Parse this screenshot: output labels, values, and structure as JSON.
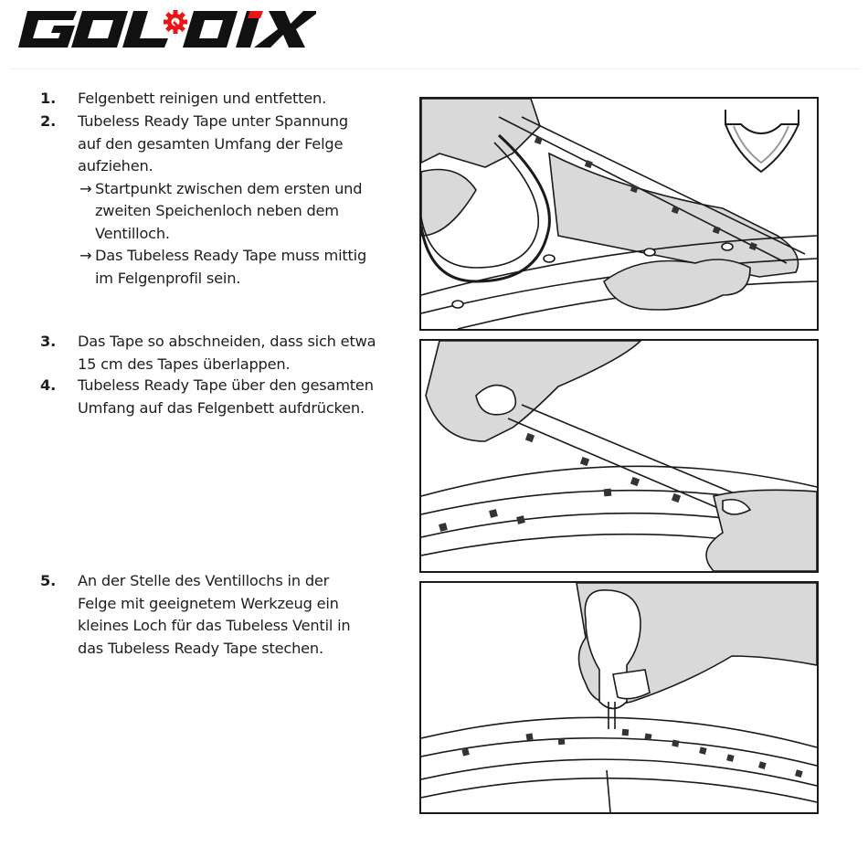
{
  "brand": {
    "name": "GOLDIX",
    "letters_left": "GOL",
    "letters_right": "DIX",
    "gear_icon": "gear-wrench-icon",
    "text_color": "#111111",
    "accent_color": "#e8151b"
  },
  "steps": [
    {
      "number": "1.",
      "lines": [
        "Felgenbett reinigen und entfetten."
      ]
    },
    {
      "number": "2.",
      "lines": [
        "Tubeless Ready Tape unter Spannung",
        "auf den gesamten Umfang der Felge",
        "aufziehen."
      ],
      "subpoints": [
        {
          "arrow": "→",
          "lines": [
            "Startpunkt zwischen dem ersten und",
            "zweiten Speichenloch neben dem",
            "Ventilloch."
          ]
        },
        {
          "arrow": "→",
          "lines": [
            "Das Tubeless Ready Tape muss mittig",
            "im Felgenprofil sein."
          ]
        }
      ]
    },
    {
      "number": "3.",
      "lines": [
        "Das Tape so abschneiden, dass sich etwa",
        "15 cm des Tapes überlappen."
      ]
    },
    {
      "number": "4.",
      "lines": [
        "Tubeless Ready Tape über den gesamten",
        "Umfang auf das Felgenbett aufdrücken."
      ]
    },
    {
      "number": "5.",
      "lines": [
        "An der Stelle des Ventillochs in der",
        "Felge mit geeignetem Werkzeug ein",
        "kleines Loch für das Tubeless Ventil in",
        "das Tubeless Ready Tape stechen."
      ]
    }
  ],
  "illustrations": [
    {
      "id": "apply-tape",
      "description": "Hands stretching tubeless tape roll onto rim; inset rim cross-section"
    },
    {
      "id": "cut-overlap",
      "description": "Hands pressing overlapping tape onto rim bed"
    },
    {
      "id": "pierce-valve-hole",
      "description": "Hand piercing tape at valve hole with a pointed tool"
    }
  ],
  "colors": {
    "skin_fill": "#d9d9d9",
    "line": "#1a1a1a",
    "separator": "#eeeeee"
  }
}
